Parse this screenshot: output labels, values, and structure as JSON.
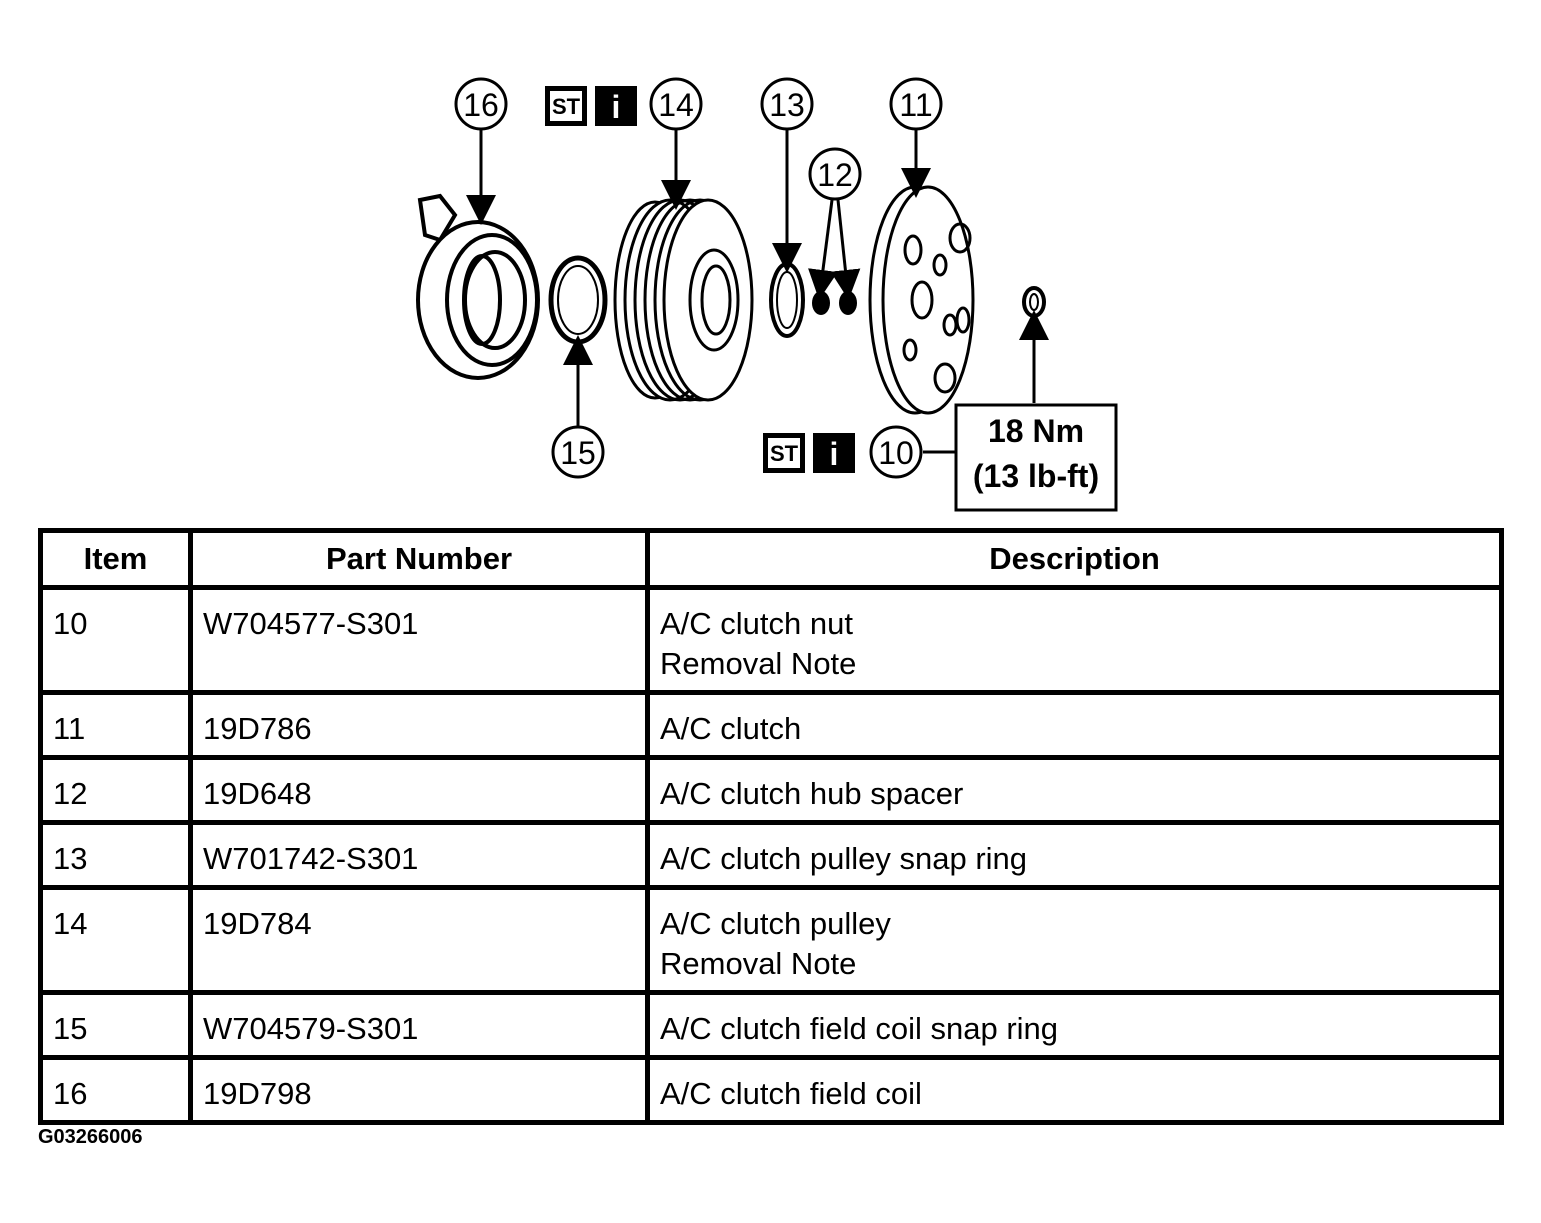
{
  "diagram": {
    "callouts": [
      "16",
      "14",
      "13",
      "12",
      "11",
      "15",
      "10"
    ],
    "badges": {
      "special_tool": "ST",
      "info": "i"
    },
    "torque": {
      "line1": "18 Nm",
      "line2": "(13 lb-ft)"
    }
  },
  "table": {
    "headers": {
      "item": "Item",
      "part_number": "Part Number",
      "description": "Description"
    },
    "rows": [
      {
        "item": "10",
        "part_number": "W704577-S301",
        "description": [
          "A/C clutch nut",
          "Removal Note"
        ]
      },
      {
        "item": "11",
        "part_number": "19D786",
        "description": [
          "A/C clutch"
        ]
      },
      {
        "item": "12",
        "part_number": "19D648",
        "description": [
          "A/C clutch hub spacer"
        ]
      },
      {
        "item": "13",
        "part_number": "W701742-S301",
        "description": [
          "A/C clutch pulley snap ring"
        ]
      },
      {
        "item": "14",
        "part_number": "19D784",
        "description": [
          "A/C clutch pulley",
          "Removal Note"
        ]
      },
      {
        "item": "15",
        "part_number": "W704579-S301",
        "description": [
          "A/C clutch field coil snap ring"
        ]
      },
      {
        "item": "16",
        "part_number": "19D798",
        "description": [
          "A/C clutch field coil"
        ]
      }
    ]
  },
  "figure_id": "G03266006"
}
